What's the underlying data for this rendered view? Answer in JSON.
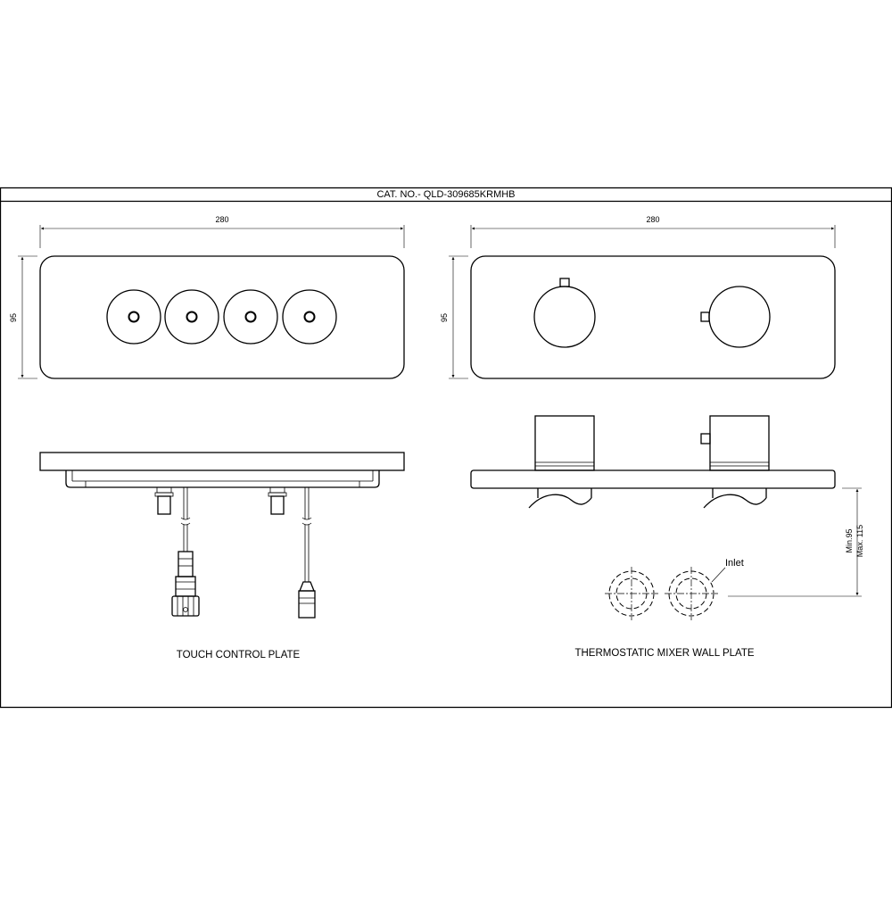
{
  "header": {
    "catalog_no": "CAT. NO.- QLD-309685KRMHB"
  },
  "touch_plate": {
    "caption": "TOUCH CONTROL PLATE",
    "width_dim": "280",
    "height_dim": "95",
    "button_count": 4
  },
  "mixer_plate": {
    "caption": "THERMOSTATIC MIXER WALL PLATE",
    "width_dim": "280",
    "height_dim": "95",
    "depth_min": "Min.95",
    "depth_max": "Max. 115",
    "inlet_label": "Inlet"
  }
}
